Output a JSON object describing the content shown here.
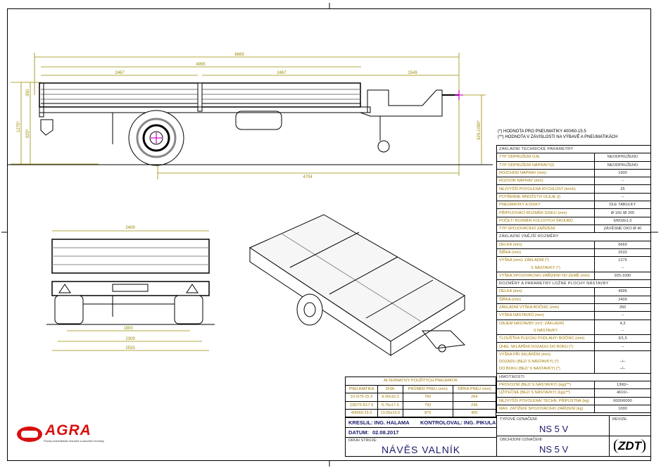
{
  "notes": {
    "note1": "(*)  HODNOTA PRO PNEUMATIKY 400/60-15.5",
    "note2": "(**)  HODNOTA V ZÁVISLOSTI NA VÝBAVĚ A PNEUMATIKÁCH"
  },
  "tech": {
    "basic_header": "ZÁKLADNÍ TECHNICKÉ PARAMETRY",
    "basic": [
      {
        "label": "TYP ODPRUŽENÍ OJE",
        "value": "NEODPRUŽENO"
      },
      {
        "label": "TYP ODPRUŽENÍ NÁPRAVY(Í)",
        "value": "NEODPRUŽENO"
      },
      {
        "label": "ROZCHOD NÁPRAV (mm)",
        "value": "1900"
      },
      {
        "label": "ROZVOR NÁPRAV (mm)",
        "value": "–"
      },
      {
        "label": "NEJVYŠŠÍ POVOLENÁ RYCHLOST (km/h)",
        "value": "25"
      },
      {
        "label": "POTŘEBNÉ MNOŽSTVÍ OLEJE (l)",
        "value": "–"
      },
      {
        "label": "PNEUMATIKY A DISKY",
        "value": "DLE TABULKY"
      },
      {
        "label": "PŘIPOJOVACÍ ROZMĚR DISKU (mm)",
        "value": "Ø 160 /Ø 205"
      },
      {
        "label": "POČET/ ROZMĚR KOLOVÝCH ŠROUBŮ",
        "value": "6/M18x1,5"
      },
      {
        "label": "TYP SPOJOVACÍHO ZAŘÍZENÍ",
        "value": "ZÁVĚSNÉ OKO Ø 40"
      }
    ],
    "outer_header": "ZÁKLADNÍ VNĚJŠÍ ROZMĚRY",
    "outer": {
      "length_label": "DÉLKA (mm)",
      "length": "6669",
      "width_label": "ŠÍŘKA (mm)",
      "width": "2533",
      "height_label": "VÝŠKA (mm): ZÁKLADNÍ (*)",
      "height": "1275",
      "height_ext_label": "S NÁSTAVKY (*)",
      "height_ext": "–",
      "hitch_label": "VÝŠKA SPOJOVACÍHO ZAŘÍZENÍ OD ZEMĚ (mm)",
      "hitch": "925-1090"
    },
    "bed_header": "ROZMĚRY A PARAMETRY LOŽNÉ PLOCHY NÁSTAVBY",
    "bed": {
      "length_label": "DÉLKA (mm)",
      "length": "4995",
      "width_label": "ŠÍŘKA (mm)",
      "width": "2409",
      "side_label": "ZÁKLADNÍ VÝŠKA BOČNIC (mm)",
      "side": "350",
      "ext_label": "VÝŠKA NÁSTAVKŮ (mm)",
      "ext": "–",
      "volume_label": "OBJEM NÁSTAVBY (m³): ZÁKLADNÍ",
      "volume": "4,3",
      "volume_ext_label": "S NÁSTAVKY",
      "volume_ext": "–",
      "sheet_label": "TLOUŠŤKA PLECHU PODLAHY/ BOČNIC (mm)",
      "sheet": "3/1,5",
      "tilt_label": "ÚHEL SKLÁPĚNÍ DOZADU/ DO BOKU (*)",
      "tilt": "–",
      "tilt_h_label": "VÝŠKA PŘI SKLÁPĚNÍ (mm):",
      "tilt_back_label": "DOZADU (BEZ/ S NÁSTAVKY) (*)",
      "tilt_back": "–/–",
      "tilt_side_label": "DO BOKU (BEZ/ S NÁSTAVKY) (*)",
      "tilt_side": "–/–"
    },
    "mass_header": "HMOTNOSTI",
    "mass": [
      {
        "label": "PROVOZNÍ (BEZ/ S NÁSTAVKY) (kg)(**)",
        "value": "1390/–"
      },
      {
        "label": "UŽITEČNÁ (BEZ/ S NÁSTAVKY) (kg)(**)",
        "value": "4610/–"
      },
      {
        "label": "NEJVYŠŠÍ POVOLENÁ/ TECHN. PŘÍPUSTNÁ (kg)",
        "value": "6000/6000"
      },
      {
        "label": "MAX. ZATÍŽENÍ SPOJOVACÍHO ZAŘÍZENÍ (kg)",
        "value": "1000"
      }
    ]
  },
  "tires": {
    "title": "ALTERNATIVY POUŽITÝCH PNEUMATIK",
    "headers": [
      "PNEUMATIKA",
      "DISK",
      "PRŮMĚR PNEU (mm)",
      "ŠÍŘKA PNEU (mm)"
    ],
    "rows": [
      [
        "10.0/75-15.3",
        "9.00x15.3",
        "760",
        "264"
      ],
      [
        "235/75 R17.5",
        "6.75x17.5",
        "793",
        "236"
      ],
      [
        "400/60-15.5",
        "13.00x15.5",
        "875",
        "405"
      ]
    ]
  },
  "title_block": {
    "drawn": "KRESLIL: ING. HALAMA",
    "checked": "KONTROLOVAL: ING. PIKULA",
    "date_label": "DATUM:",
    "date": "02.08.2017",
    "machine_label": "DRUH STROJE:",
    "machine": "NÁVĚS VALNÍK",
    "type_label": "TYPOVÉ OZNAČENÍ:",
    "type": "NS 5 V",
    "trade_label": "OBCHODNÍ OZNAČENÍ:",
    "trade": "NS 5 V",
    "revision_label": "REVIZE:",
    "zdt_logo": "ZDT"
  },
  "logo": {
    "name": "AGRA",
    "tagline": "Prodej zemědělské/ lesnické a stavební techniky"
  },
  "dimensions": {
    "overall_length": "6669",
    "bed_length": "4995",
    "half1": "2467",
    "half2": "2467",
    "drawbar": "1549",
    "side_height": "350",
    "total_height": "1275*",
    "bed_height": "925*",
    "hitch_height": "925-1090*",
    "axle_to_hitch": "4704",
    "rear_bed_width": "2409",
    "track": "1900",
    "rear_inner": "2309",
    "rear_total": "2533"
  },
  "colors": {
    "dimension": "#9a8a00",
    "label": "#a07800",
    "center_mark": "#d000d0",
    "logo_red": "#d81010"
  }
}
